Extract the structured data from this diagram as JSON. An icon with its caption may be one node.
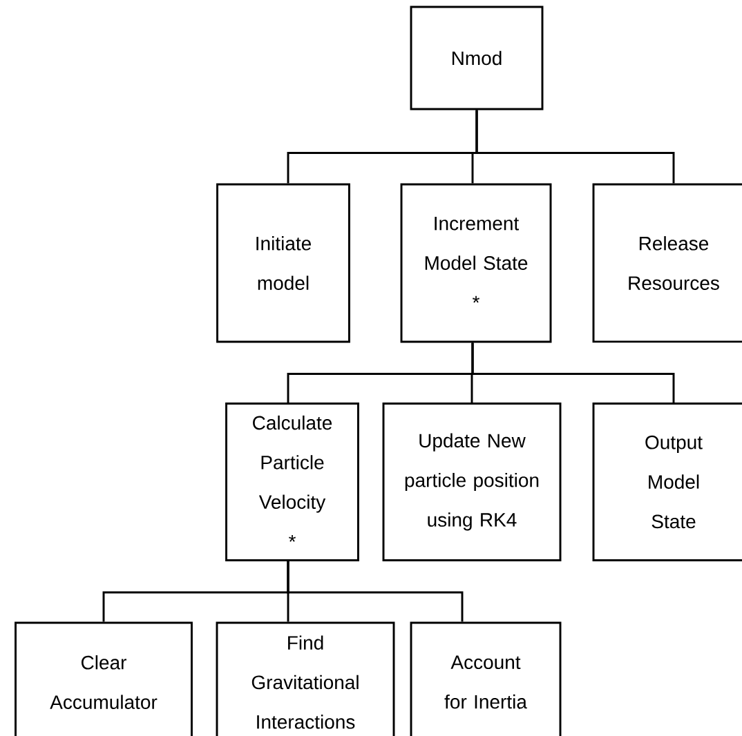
{
  "diagram": {
    "nodes": [
      {
        "text": [
          "Nmod"
        ]
      },
      {
        "text": [
          "Initiate model"
        ]
      },
      {
        "text": [
          "Increment Model State",
          "*"
        ]
      },
      {
        "text": [
          "Release Resources"
        ]
      },
      {
        "text": [
          "Calculate Particle Velocity",
          "*"
        ]
      },
      {
        "text": [
          "Update New particle position using RK4"
        ]
      },
      {
        "text": [
          "Output Model State"
        ]
      },
      {
        "text": [
          "Clear Accumulator"
        ]
      },
      {
        "text": [
          "Find Gravitational Interactions"
        ]
      },
      {
        "text": [
          "Account for Inertia"
        ]
      }
    ],
    "edges": [
      {
        "from": 0,
        "to": 1,
        "arrow": "none"
      },
      {
        "from": 0,
        "to": 2,
        "arrow": "none"
      },
      {
        "from": 0,
        "to": 3,
        "arrow": "none"
      },
      {
        "from": 2,
        "to": 4,
        "arrow": "none"
      },
      {
        "from": 2,
        "to": 5,
        "arrow": "none"
      },
      {
        "from": 2,
        "to": 6,
        "arrow": "none"
      },
      {
        "from": 4,
        "to": 7,
        "arrow": "none"
      },
      {
        "from": 4,
        "to": 8,
        "arrow": "none"
      },
      {
        "from": 4,
        "to": 9,
        "arrow": "none"
      }
    ]
  }
}
